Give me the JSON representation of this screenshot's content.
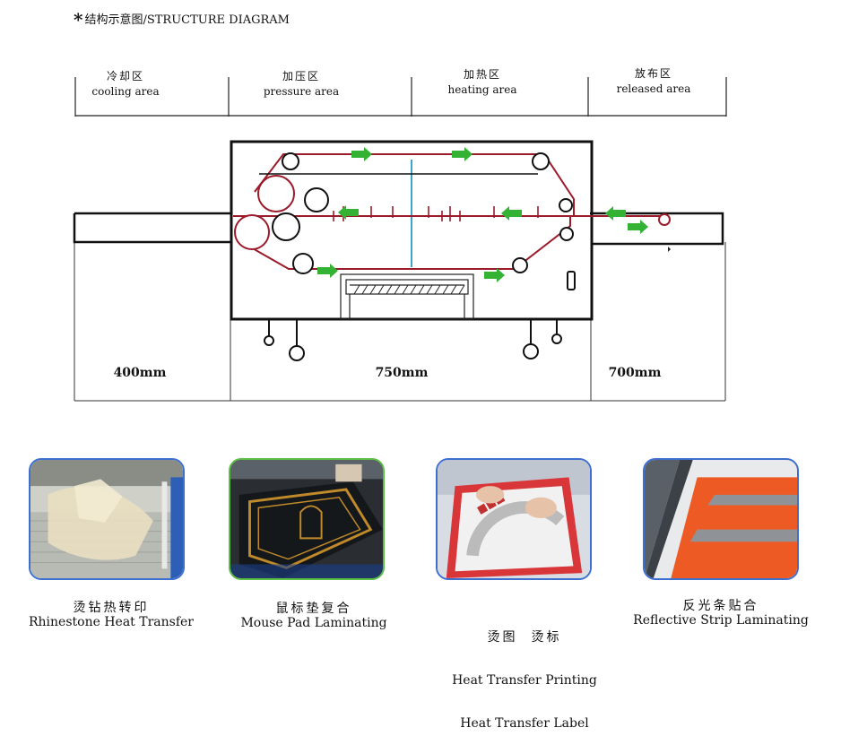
{
  "header": {
    "star": "*",
    "title": "结构示意图/STRUCTURE DIAGRAM"
  },
  "areas": [
    {
      "zh": "冷却区",
      "en": "cooling area"
    },
    {
      "zh": "加压区",
      "en": "pressure area"
    },
    {
      "zh": "加热区",
      "en": "heating area"
    },
    {
      "zh": "放布区",
      "en": "released area"
    }
  ],
  "dimensions": [
    "400mm",
    "750mm",
    "700mm"
  ],
  "colors": {
    "belt": "#9b1b2a",
    "arrow": "#33b233",
    "heater": "#3aa6c9",
    "frame": "#111111"
  },
  "applications": [
    {
      "zh": "烫钻热转印",
      "en": [
        "Rhinestone Heat Transfer"
      ],
      "border": "#3d6fd1"
    },
    {
      "zh": "鼠标垫复合",
      "en": [
        "Mouse Pad Laminating"
      ],
      "border": "#5cbf45"
    },
    {
      "zh": "烫图  烫标",
      "en": [
        "Heat Transfer Printing",
        "Heat Transfer Label"
      ],
      "border": "#3d6fd1"
    },
    {
      "zh": "反光条贴合",
      "en": [
        "Reflective Strip Laminating"
      ],
      "border": "#3d6fd1"
    }
  ]
}
